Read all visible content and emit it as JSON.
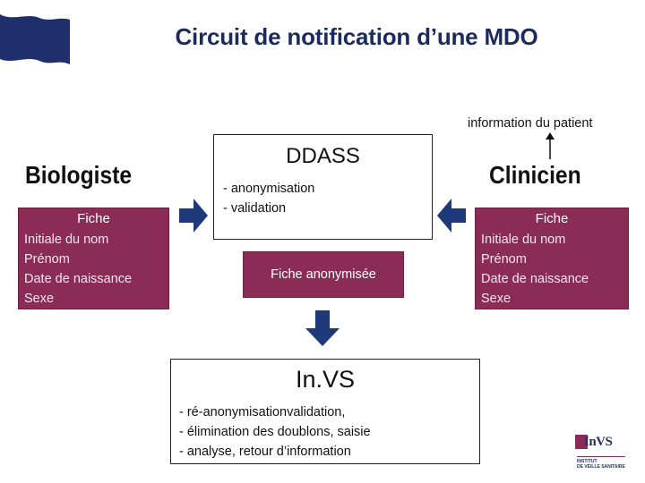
{
  "title": "Circuit de notification d’une MDO",
  "biologiste": {
    "heading": "Biologiste",
    "card_title": "Fiche",
    "fields": [
      "Initiale du nom",
      "Prénom",
      "Date de naissance",
      "Sexe"
    ]
  },
  "clinicien": {
    "heading": "Clinicien",
    "card_title": "Fiche",
    "fields": [
      "Initiale du nom",
      "Prénom",
      "Date de naissance",
      "Sexe"
    ]
  },
  "ddass": {
    "title": "DDASS",
    "steps": [
      "- anonymisation",
      "- validation"
    ],
    "output": "Fiche anonymisée"
  },
  "invs": {
    "title": "In.VS",
    "steps": [
      "- ré-anonymisationvalidation,",
      "- élimination des doublons, saisie",
      "- analyse, retour d’information"
    ]
  },
  "patient_info": "information du patient",
  "logo": {
    "text": "InVS",
    "subtitle_line1": "INSTITUT",
    "subtitle_line2": "DE VEILLE SANITAIRE"
  },
  "colors": {
    "card": "#8a2c55",
    "arrow": "#1f3a7a",
    "title": "#1b2b5c"
  }
}
